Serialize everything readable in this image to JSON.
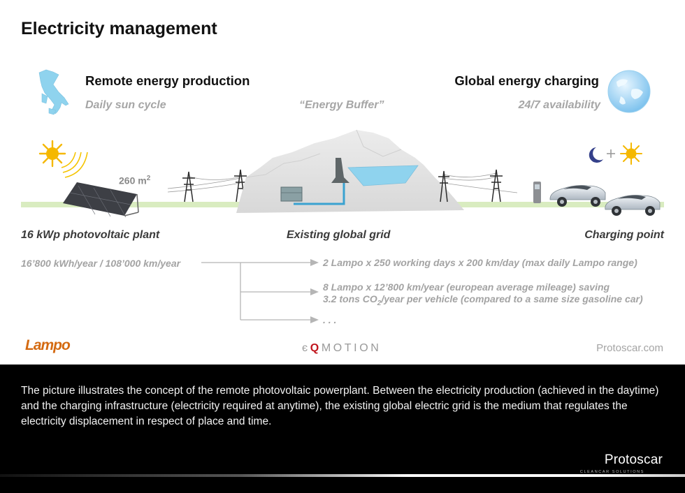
{
  "title": "Electricity management",
  "left_heading": "Remote energy production",
  "left_sub": "Daily sun cycle",
  "center_sub": "“Energy Buffer”",
  "right_heading": "Global energy charging",
  "right_sub": "24/7 availability",
  "area_value": "260 m",
  "area_exp": "2",
  "plant_caption": "16 kWp photovoltaic plant",
  "grid_caption": "Existing global grid",
  "charge_caption": "Charging point",
  "production_note": "16’800 kWh/year / 108’000 km/year",
  "outcomes": {
    "one": "2 Lampo x 250 working days x 200 km/day (max daily Lampo range)",
    "two_line1": "8 Lampo x 12’800 km/year (european average mileage) saving",
    "two_line2_a": "3.2 tons CO",
    "two_line2_sub": "2",
    "two_line2_b": "/year per vehicle (compared to a same size gasoline car)",
    "three": ". . ."
  },
  "logos": {
    "lampo": "Lampo",
    "eq_pre": "є",
    "eq_q": "Q",
    "eq_post": "MOTION",
    "site": "Protoscar.com"
  },
  "footer": {
    "description": "The picture illustrates the concept of the remote photovoltaic powerplant. Between the electricity production (achieved in the daytime) and the charging infrastructure (electricity required at anytime), the existing global electric grid is the medium that regulates the electricity displacement in respect of place and time.",
    "brand": "Protoscar",
    "tagline": "CLEANCAR SOLUTIONS"
  },
  "colors": {
    "sun": "#f5b800",
    "ground": "#d9ecc0",
    "mountain": "#e1e1e1",
    "water": "#8fd3ee",
    "eq_q": "#c0141c",
    "lampo": "#d46a11"
  },
  "icons": [
    "italy-map-icon",
    "globe-icon",
    "sun-icon",
    "moon-icon",
    "solar-panel-icon",
    "power-pylon-icon",
    "mountain-reservoir-icon",
    "charging-station-icon",
    "car-icon"
  ]
}
